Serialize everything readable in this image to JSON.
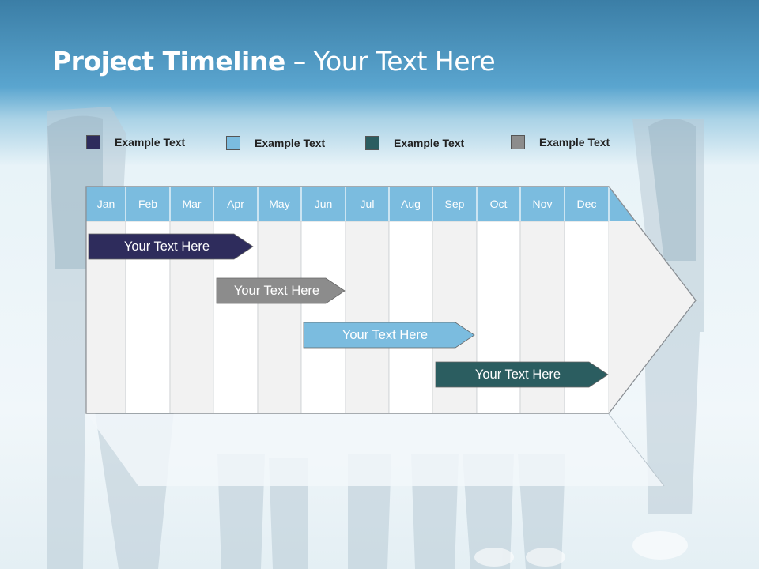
{
  "title": {
    "bold": "Project Timeline",
    "rest": " – Your Text Here"
  },
  "legend": [
    {
      "label": "Example Text",
      "color": "#2e2c5c"
    },
    {
      "label": "Example Text",
      "color": "#7bbcdf"
    },
    {
      "label": "Example Text",
      "color": "#2b5d60"
    },
    {
      "label": "Example Text",
      "color": "#8c8c8c"
    }
  ],
  "months": [
    "Jan",
    "Feb",
    "Mar",
    "Apr",
    "May",
    "Jun",
    "Jul",
    "Aug",
    "Sep",
    "Oct",
    "Nov",
    "Dec"
  ],
  "tasks": [
    {
      "label": "Your  Text Here",
      "start_month": "Jan",
      "end_month": "Apr",
      "color": "#2e2c5c",
      "text_color": "#ffffff"
    },
    {
      "label": "Your  Text Here",
      "start_month": "Apr",
      "end_month": "Jun",
      "color": "#8c8c8c",
      "text_color": "#ffffff"
    },
    {
      "label": "Your  Text Here",
      "start_month": "Jun",
      "end_month": "Sep",
      "color": "#7bbcdf",
      "text_color": "#ffffff"
    },
    {
      "label": "Your  Text Here",
      "start_month": "Sep",
      "end_month": "Dec",
      "color": "#2b5d60",
      "text_color": "#ffffff"
    }
  ]
}
